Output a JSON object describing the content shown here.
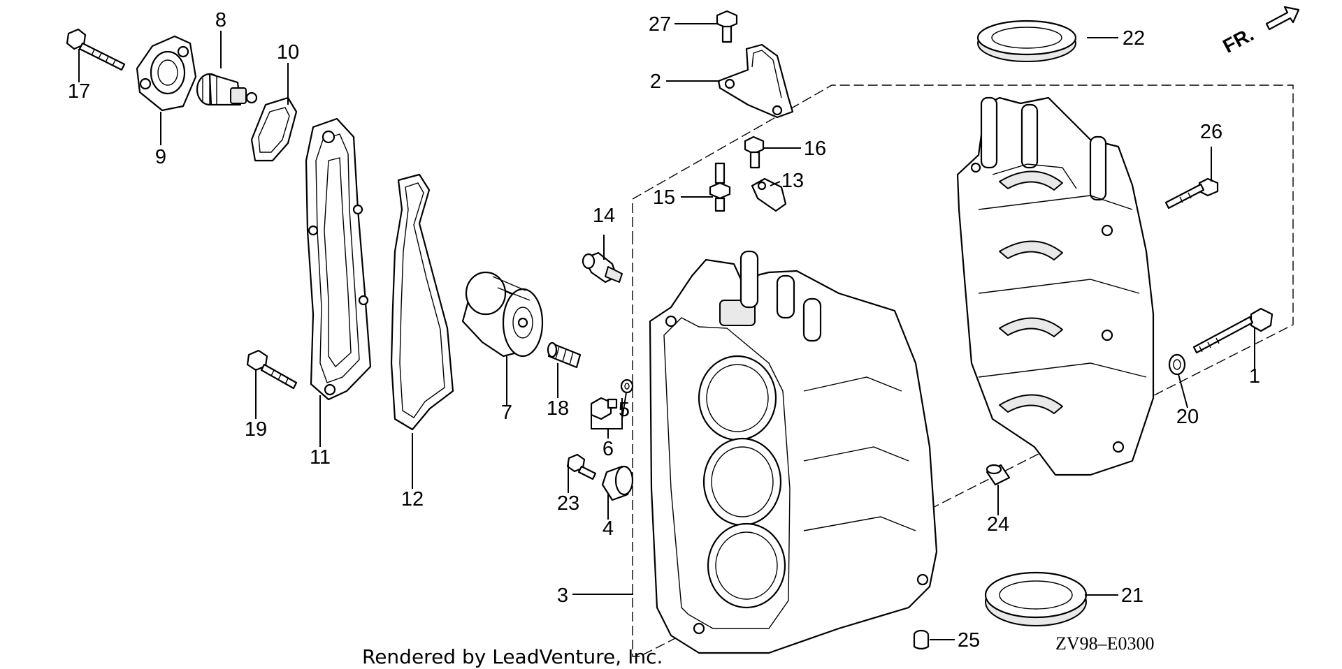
{
  "callouts": {
    "c1": "1",
    "c2": "2",
    "c3": "3",
    "c4": "4",
    "c5": "5",
    "c6": "6",
    "c7": "7",
    "c8": "8",
    "c9": "9",
    "c10": "10",
    "c11": "11",
    "c12": "12",
    "c13": "13",
    "c14": "14",
    "c15": "15",
    "c16": "16",
    "c17": "17",
    "c18": "18",
    "c19": "19",
    "c20": "20",
    "c21": "21",
    "c22": "22",
    "c23": "23",
    "c24": "24",
    "c25": "25",
    "c26": "26",
    "c27": "27"
  },
  "direction_label": "FR.",
  "diagram_code": "ZV98–E0300",
  "credit": "Rendered by LeadVenture, Inc."
}
